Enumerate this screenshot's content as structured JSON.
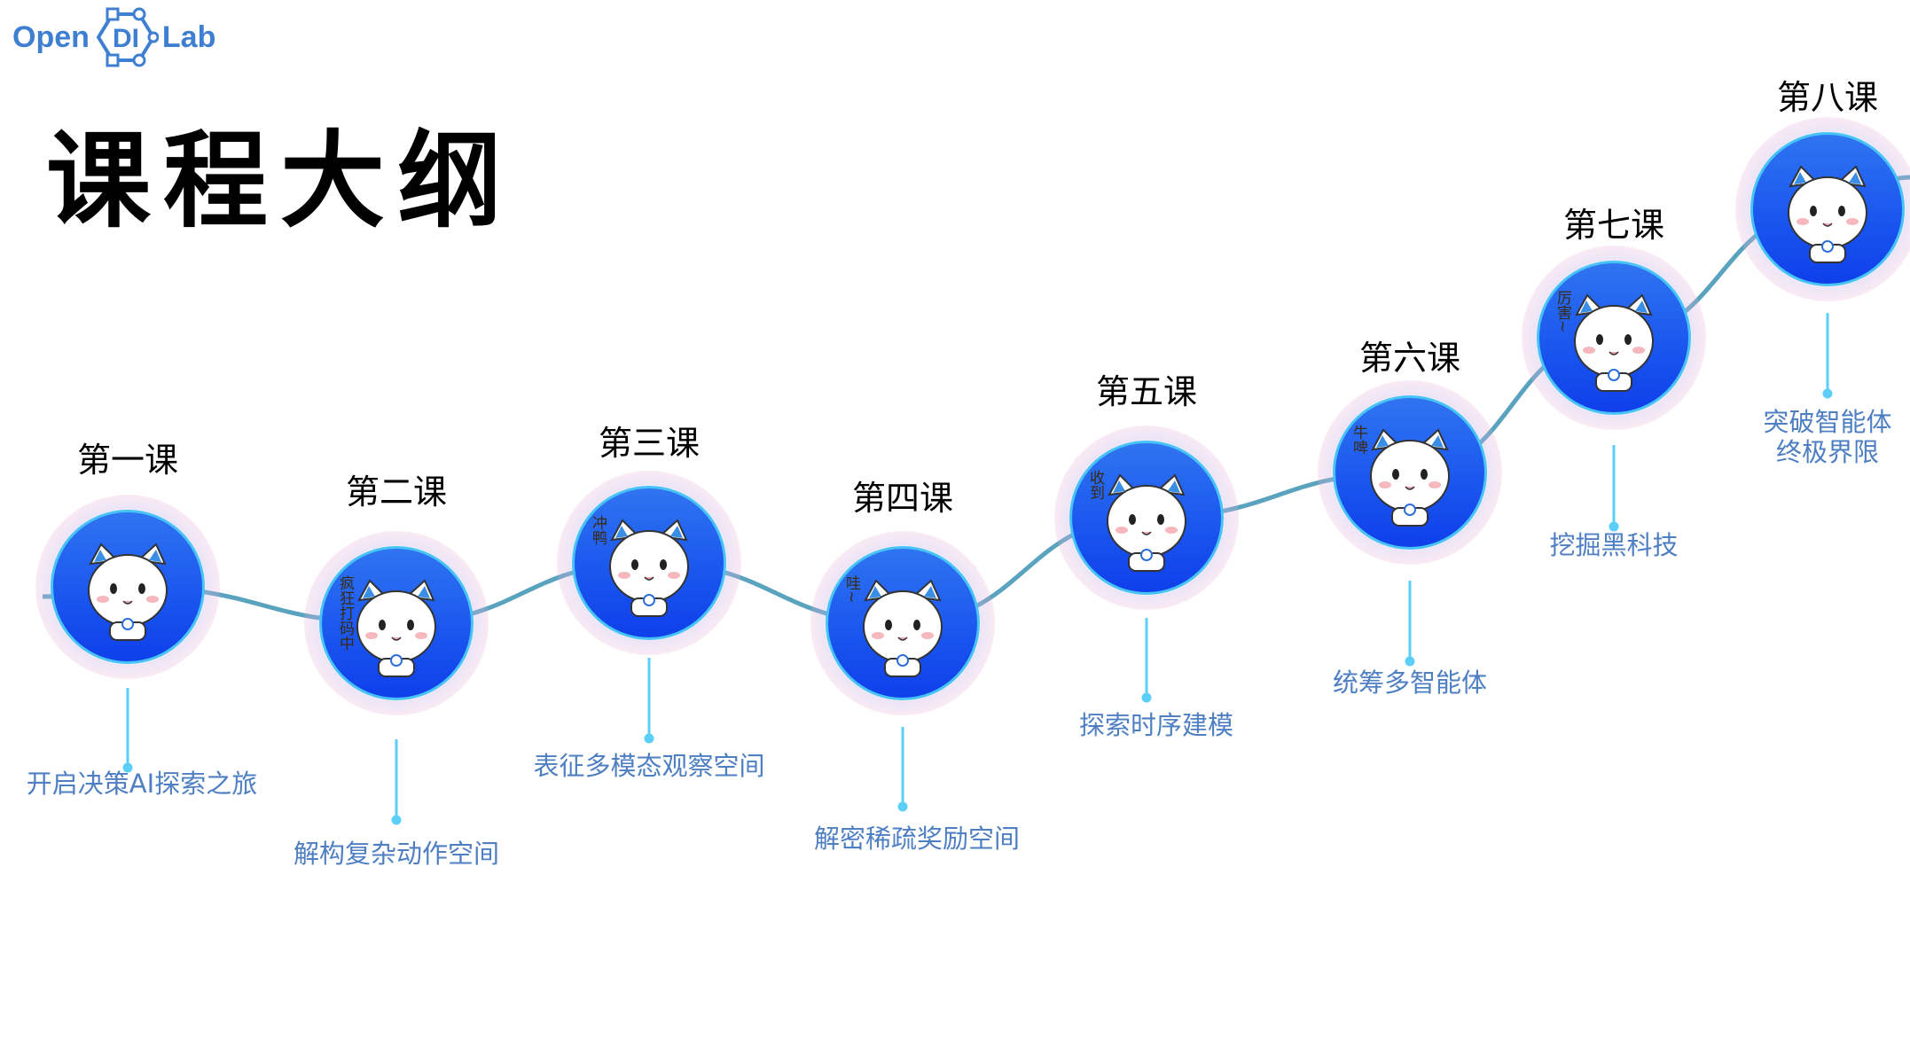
{
  "logo": {
    "left": "Open",
    "middle": "DI",
    "right": "Lab"
  },
  "title": "课程大纲",
  "colors": {
    "accent": "#1b57ef",
    "path": "#5aa3bf",
    "stem": "#5ccff8",
    "desc": "#4f7fc3"
  },
  "lessons": [
    {
      "label": "第一课",
      "description": "开启决策AI探索之旅",
      "sticker": ""
    },
    {
      "label": "第二课",
      "description": "解构复杂动作空间",
      "sticker": "疯狂打码中"
    },
    {
      "label": "第三课",
      "description": "表征多模态观察空间",
      "sticker": "冲鸭"
    },
    {
      "label": "第四课",
      "description": "解密稀疏奖励空间",
      "sticker": "哇~"
    },
    {
      "label": "第五课",
      "description": "探索时序建模",
      "sticker": "收到"
    },
    {
      "label": "第六课",
      "description": "统筹多智能体",
      "sticker": "牛啤"
    },
    {
      "label": "第七课",
      "description": "挖掘黑科技",
      "sticker": "厉害~"
    },
    {
      "label": "第八课",
      "description": "突破智能体\n终极界限",
      "sticker": ""
    }
  ]
}
